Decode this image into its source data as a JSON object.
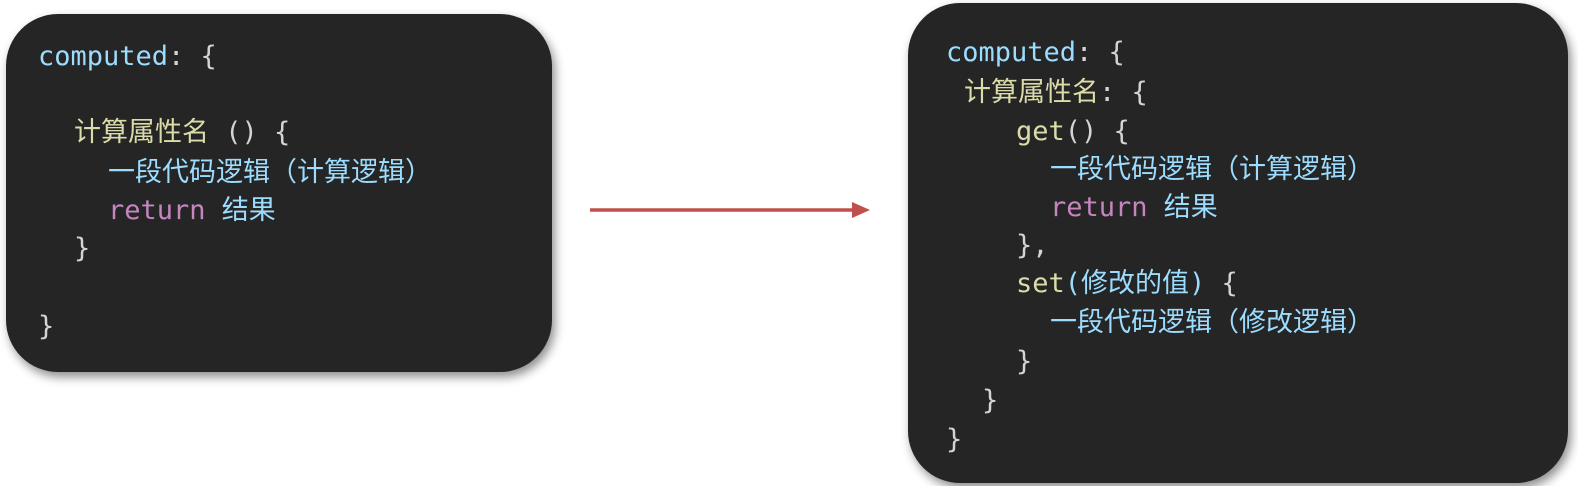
{
  "left_code": {
    "l1_key": "computed",
    "l1_rest": ": {",
    "l2_name": "计算属性名",
    "l2_rest": " () {",
    "l3_text": "一段代码逻辑（计算逻辑）",
    "l4_kw": "return",
    "l4_text": " 结果",
    "l5": "}",
    "l6": "}"
  },
  "right_code": {
    "l1_key": "computed",
    "l1_rest": ": {",
    "l2_name": "计算属性名",
    "l2_rest": ": {",
    "l3_fn": "get",
    "l3_rest": "() {",
    "l4_text": "一段代码逻辑（计算逻辑）",
    "l5_kw": "return",
    "l5_text": " 结果",
    "l6": "},",
    "l7_fn": "set",
    "l7_param": "(修改的值)",
    "l7_rest": " {",
    "l8_text": "一段代码逻辑（修改逻辑）",
    "l9": "}",
    "l10": "}",
    "l11": "}"
  },
  "colors": {
    "panel_bg": "#252526",
    "keyword": "#9cdcfe",
    "function_name": "#dcdcaa",
    "return_keyword": "#c586c0",
    "punctuation": "#d4d4d4",
    "arrow": "#c0504d"
  }
}
